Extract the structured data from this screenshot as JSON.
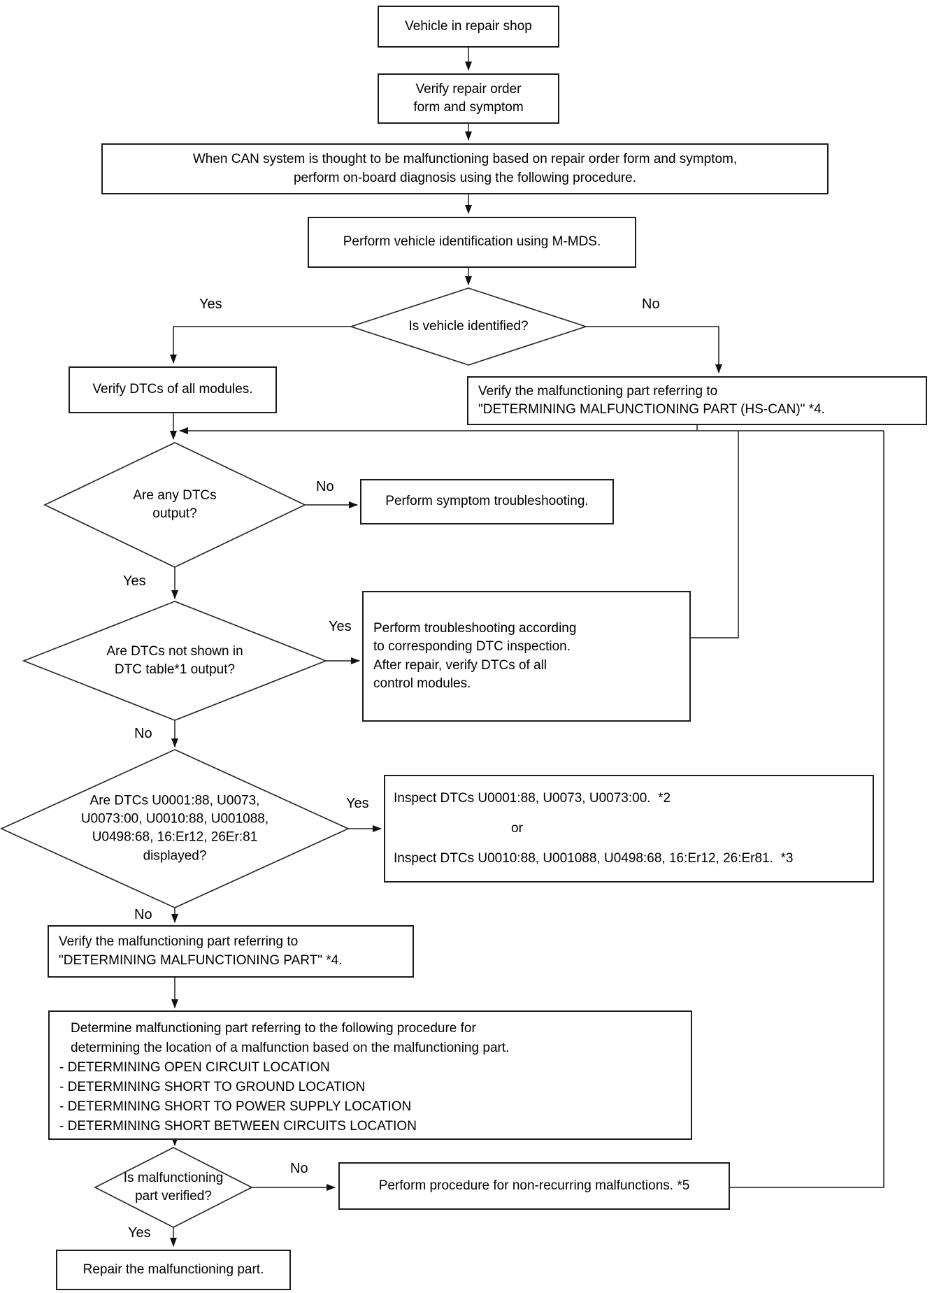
{
  "page": {
    "background": "#ffffff",
    "line_color": "#3a3a3a",
    "border_color": "#1c1c1c"
  },
  "labels": {
    "yes": "Yes",
    "no": "No"
  },
  "nodes": {
    "start": "Vehicle in repair shop",
    "verify_order": "Verify repair order\nform and symptom",
    "can_note": "When CAN system is thought to be malfunctioning based on repair order form and symptom,\nperform on-board diagnosis using the following procedure.",
    "vehicle_id": "Perform vehicle identification using M-MDS.",
    "d_vehicle_identified": "Is vehicle identified?",
    "verify_dtcs": "Verify DTCs of all modules.",
    "verify_part_hscan": "Verify the malfunctioning part referring to\n\"DETERMINING MALFUNCTIONING PART (HS-CAN)\" *4.",
    "d_any_dtcs": "Are any DTCs\noutput?",
    "symptom_troubleshooting": "Perform symptom troubleshooting.",
    "d_dtcs_not_in_table": "Are DTCs not shown in\nDTC table*1 output?",
    "dtc_inspection": "Perform troubleshooting according\nto corresponding DTC inspection.\nAfter repair, verify DTCs of all\ncontrol modules.",
    "d_dtcs_displayed": "Are DTCs U0001:88, U0073,\nU0073:00, U0010:88, U001088,\nU0498:68, 16:Er12, 26Er:81\ndisplayed?",
    "inspect_line1": "Inspect DTCs U0001:88, U0073, U0073:00.  *2",
    "inspect_or": "or",
    "inspect_line2": "Inspect DTCs U0010:88, U001088, U0498:68, 16:Er12, 26:Er81.  *3",
    "verify_part": "Verify the malfunctioning part referring to\n\"DETERMINING MALFUNCTIONING PART\" *4.",
    "determine_intro": "Determine malfunctioning part referring to the following procedure for\ndetermining the location of a malfunction based on the malfunctioning part.",
    "determine_items": [
      "- DETERMINING OPEN CIRCUIT LOCATION",
      "- DETERMINING SHORT TO GROUND LOCATION",
      "- DETERMINING SHORT TO POWER SUPPLY LOCATION",
      "- DETERMINING SHORT BETWEEN CIRCUITS LOCATION"
    ],
    "d_part_verified": "Is malfunctioning\npart verified?",
    "non_recurring": "Perform procedure for non-recurring malfunctions. *5",
    "repair_part": "Repair the malfunctioning part."
  }
}
